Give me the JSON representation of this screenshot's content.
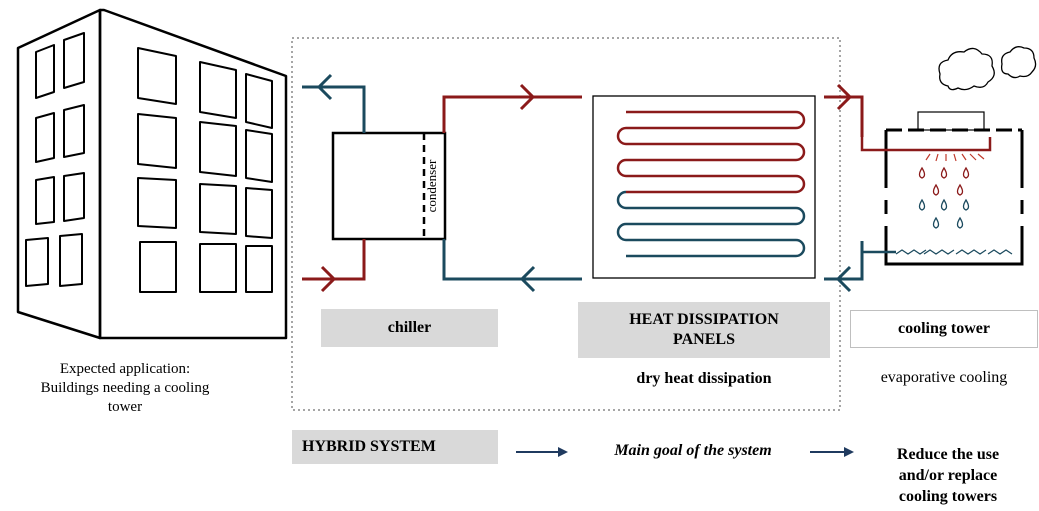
{
  "building": {
    "caption_line1": "Expected application:",
    "caption_line2": "Buildings needing a cooling",
    "caption_line3": "tower"
  },
  "chiller": {
    "condenser_label": "condenser",
    "label": "chiller"
  },
  "panels": {
    "label_line1": "HEAT DISSIPATION",
    "label_line2": "PANELS",
    "caption": "dry heat dissipation"
  },
  "tower": {
    "label": "cooling tower",
    "caption": "evaporative cooling"
  },
  "bottom": {
    "hybrid_label": "HYBRID SYSTEM",
    "goal_label": "Main goal of the system",
    "result_line1": "Reduce the use",
    "result_line2": "and/or replace",
    "result_line3": "cooling towers"
  },
  "colors": {
    "hot": "#8b1a1a",
    "cold": "#1b4a5e",
    "dark_blue": "#1f3a5f",
    "gray_box": "#d9d9d9",
    "dashed_border": "#a6a6a6"
  }
}
